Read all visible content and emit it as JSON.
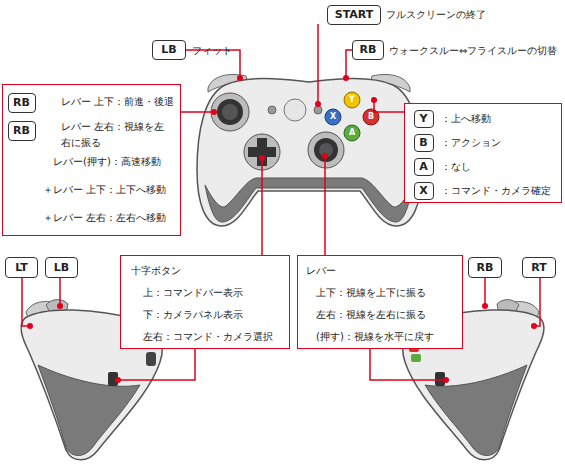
{
  "diagram": {
    "nodes": [
      {
        "text": [
          "START"
        ]
      },
      {
        "text": [
          "LB"
        ]
      },
      {
        "text": [
          "RB"
        ]
      },
      {
        "text": [
          "レバー 上下：前進・後退",
          "レバー 左右：視線を左右に振る",
          "レバー(押す)：高速移動",
          "＋レバー 上下：上下へ移動",
          "＋レバー 左右：左右へ移動"
        ]
      },
      {
        "text": [
          "RB"
        ],
        "in": 3
      },
      {
        "text": [
          "RB"
        ],
        "in": 3
      },
      {
        "text": [
          "：上へ移動",
          "：アクション",
          "：なし",
          "：コマンド・カメラ確定"
        ]
      },
      {
        "text": [
          "Y"
        ],
        "in": 6
      },
      {
        "text": [
          "B"
        ],
        "in": 6
      },
      {
        "text": [
          "A"
        ],
        "in": 6
      },
      {
        "text": [
          "X"
        ],
        "in": 6
      },
      {
        "text": [
          "十字ボタン",
          "上：コマンドバー表示",
          "下：カメラパネル表示",
          "左右：コマンド・カメラ選択"
        ]
      },
      {
        "text": [
          "レバー",
          "上下：視線を上下に振る",
          "左右：視線を左右に振る",
          "(押す)：視線を水平に戻す"
        ]
      },
      {
        "text": [
          "LT"
        ]
      },
      {
        "text": [
          "LB"
        ]
      },
      {
        "text": [
          "RB"
        ]
      },
      {
        "text": [
          "RT"
        ]
      }
    ],
    "labels": [
      "フルスクリーンの終了",
      "フィット",
      "ウォークスルー⇔フライスルーの切替",
      "Y",
      "B",
      "A",
      "X"
    ]
  }
}
